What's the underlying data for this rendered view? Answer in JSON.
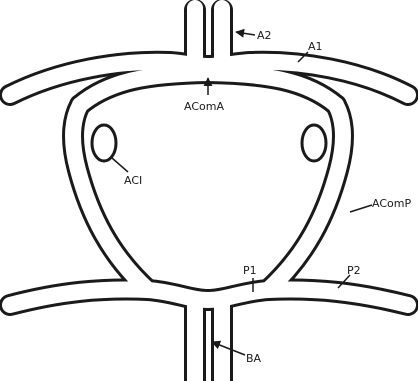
{
  "diagram": {
    "labels": {
      "a2": "A2",
      "a1": "A1",
      "acoma": "AComA",
      "aci": "ACI",
      "acomp": "AComP",
      "p1": "P1",
      "p2": "P2",
      "ba": "BA"
    },
    "colors": {
      "stroke": "#1a1a1a",
      "background": "#ffffff"
    }
  }
}
